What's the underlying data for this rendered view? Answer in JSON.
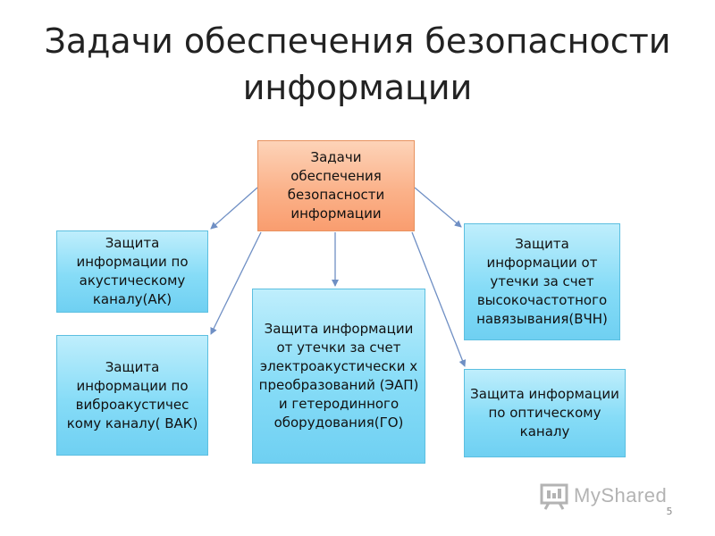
{
  "slide": {
    "title": "Задачи обеспечения безопасности информации",
    "page_number": "5"
  },
  "diagram": {
    "root": "Задачи обеспечения безопасности информации",
    "nodes": {
      "acoustic": "Защита информации по акустическому каналу(АК)",
      "vibroacoustic": "Защита информации по виброакустичес кому каналу( ВАК)",
      "eap": "Защита информации от утечки за счет электроакустически х преобразований (ЭАП) и гетеродинного оборудования(ГО)",
      "hf": "Защита информации от утечки за счет высокочастотного навязывания(ВЧН)",
      "optical": "Защита информации по оптическому каналу"
    },
    "edges": [
      [
        "root",
        "acoustic"
      ],
      [
        "root",
        "vibroacoustic"
      ],
      [
        "root",
        "eap"
      ],
      [
        "root",
        "hf"
      ],
      [
        "root",
        "optical"
      ]
    ]
  },
  "logo": {
    "text": "MyShared"
  },
  "colors": {
    "root_fill": "#fbb28a",
    "node_fill": "#86dcf7",
    "connector": "#6f8fc4"
  }
}
